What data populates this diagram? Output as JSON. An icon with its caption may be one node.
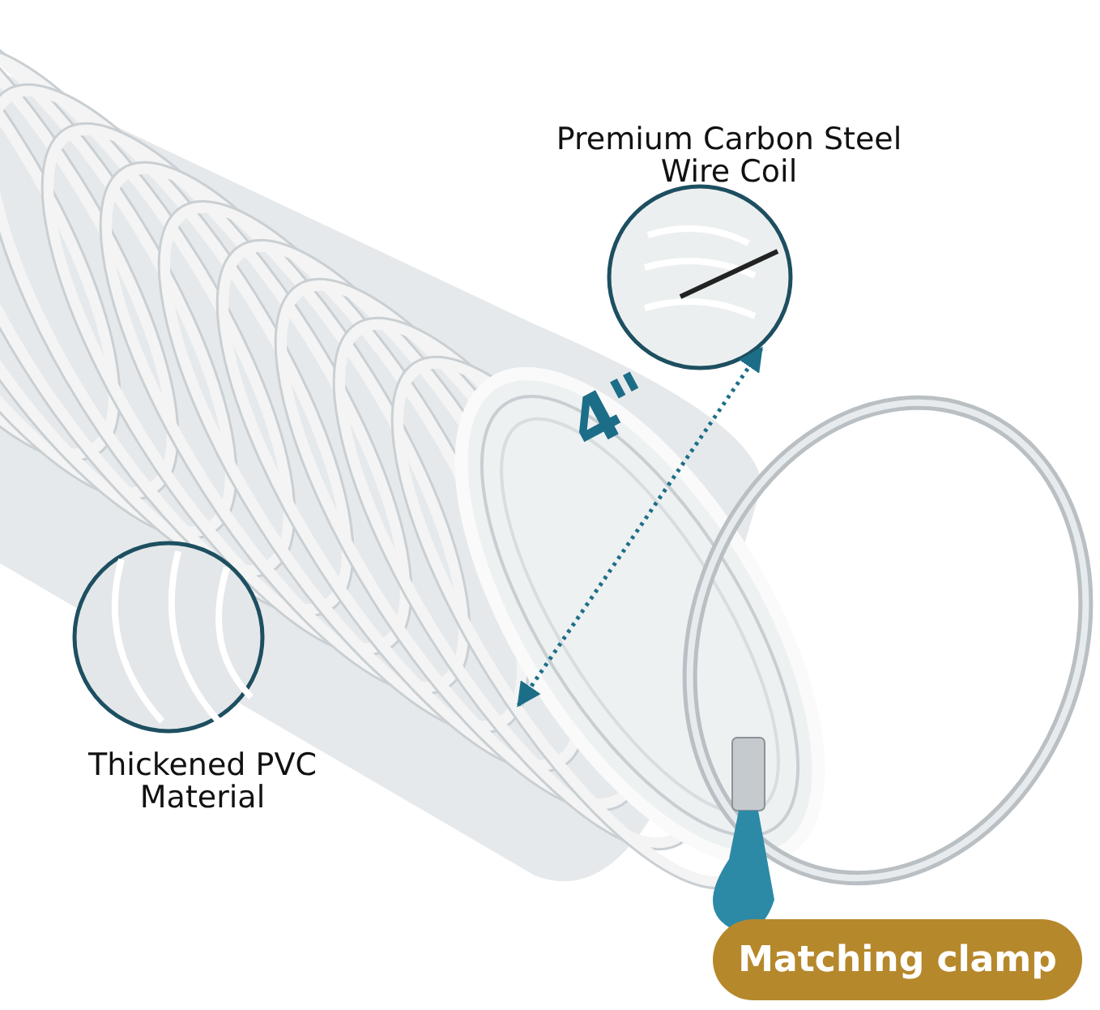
{
  "diagram": {
    "nodes": [
      {
        "text": [
          "Matching clamp"
        ]
      }
    ],
    "labels": [
      "Premium Carbon Steel Wire Coil",
      "4\"",
      "Thickened PVC Material"
    ]
  }
}
